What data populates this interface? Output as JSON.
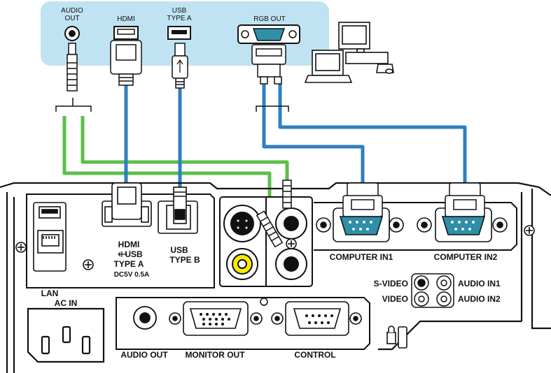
{
  "source_panel": {
    "audio_out": [
      "AUDIO",
      "OUT"
    ],
    "hdmi": "HDMI",
    "usb_type_a": [
      "USB",
      "TYPE A"
    ],
    "rgb_out": "RGB OUT"
  },
  "projector_panel": {
    "hdmi": "HDMI",
    "usb_type_a_line1": "USB",
    "usb_type_a_line2": "TYPE A",
    "usb_power": "DC5V 0.5A",
    "usb_type_b_line1": "USB",
    "usb_type_b_line2": "TYPE B",
    "computer_in1": "COMPUTER IN1",
    "computer_in2": "COMPUTER IN2",
    "s_video": "S-VIDEO",
    "video": "VIDEO",
    "audio_in1": "AUDIO IN1",
    "audio_in2": "AUDIO IN2",
    "lan": "LAN",
    "ac_in": "AC IN",
    "audio_out": "AUDIO OUT",
    "monitor_out": "MONITOR OUT",
    "control": "CONTROL"
  },
  "colors": {
    "source_panel_bg": "#bfe3f3",
    "audio_cable": "#5cbf4a",
    "signal_cable": "#2f7fc1",
    "vga_port": "#2f8fa8",
    "video_port": "#ffe800"
  }
}
